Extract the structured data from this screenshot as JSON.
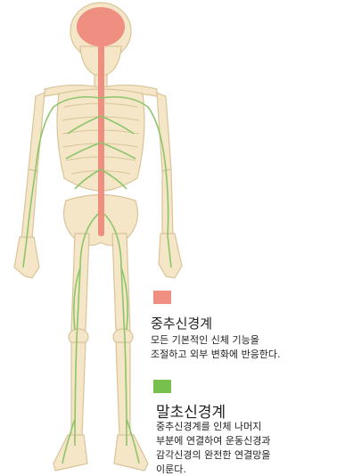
{
  "legend": {
    "central": {
      "title": "중추신경계",
      "description": "모든 기본적인 신체 기능을\n조절하고 외부 변화에 반응한다.",
      "color": "#ee8f82"
    },
    "peripheral": {
      "title": "말초신경계",
      "description": "중추신경계를 인체 나머지\n부분에 연결하여 운동신경과\n감각신경의 완전한 연결망을\n이룬다.",
      "color": "#77c04e"
    }
  },
  "figure": {
    "bone_color": "#f4e6c6",
    "bone_outline": "#d9c49a",
    "brain_color": "#ee8f82",
    "nerve_color": "#8cc56a"
  }
}
